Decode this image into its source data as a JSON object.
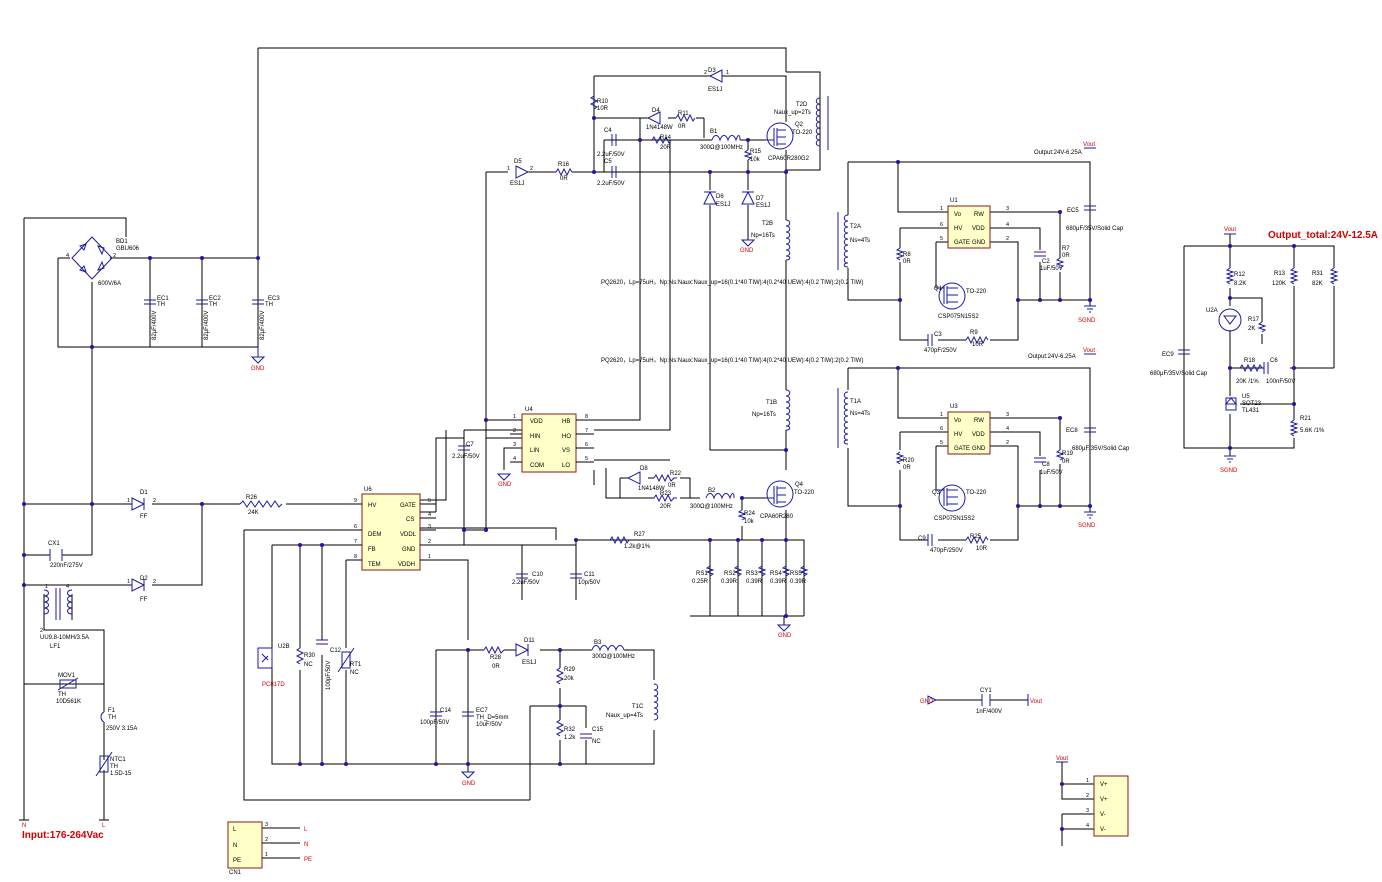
{
  "labels": {
    "input_title": "Input:176-264Vac",
    "output_total": "Output_total:24V-12.5A",
    "output_u1": "Output:24V-6.25A",
    "output_u3": "Output:24V-6.25A",
    "transformer_spec_1": "PQ2620，Lp=75uH，Np:Ns:Naux:Naux_up=16(0.1*40 TIW):4(0.2*40 UEW):4(0.2 TIW):2(0.2 TIW)",
    "transformer_spec_2": "PQ2620，Lp=75uH，Np:Ns:Naux:Naux_up=16(0.1*40 TIW):4(0.2*40 UEW):4(0.2 TIW):2(0.2 TIW)"
  },
  "nets": {
    "gnd": "GND",
    "sgnd": "SGND",
    "vout": "Vout",
    "L": "L",
    "N": "N",
    "PE": "PE"
  },
  "components": {
    "BD1": {
      "ref": "BD1",
      "part": "GBU606",
      "value": "600V/6A"
    },
    "EC1": {
      "ref": "EC1",
      "th": "TH",
      "value": "82μF/400V"
    },
    "EC2": {
      "ref": "EC2",
      "th": "TH",
      "value": "82μF/400V"
    },
    "EC3": {
      "ref": "EC3",
      "th": "TH",
      "value": "82μF/400V"
    },
    "CX1": {
      "ref": "CX1",
      "value": "220nF/275V"
    },
    "LF1": {
      "ref": "LF1",
      "value": "UU9.8-10MH/3.5A"
    },
    "MOV1": {
      "ref": "MOV1",
      "th": "TH",
      "value": "10D561K"
    },
    "F1": {
      "ref": "F1",
      "th": "TH",
      "value": "250V 3.15A"
    },
    "NTC1": {
      "ref": "NTC1",
      "th": "TH",
      "value": "1.5D-15"
    },
    "D1": {
      "ref": "D1",
      "value": "FF"
    },
    "D2": {
      "ref": "D2",
      "value": "FF"
    },
    "R26": {
      "ref": "R26",
      "value": "24K"
    },
    "D3": {
      "ref": "D3",
      "value": "ES1J"
    },
    "R10": {
      "ref": "R10",
      "value": "10R"
    },
    "D4": {
      "ref": "D4",
      "value": "1N4148W"
    },
    "R11": {
      "ref": "R11",
      "value": "0R"
    },
    "R14": {
      "ref": "R14",
      "value": "20R"
    },
    "B1": {
      "ref": "B1",
      "value": "300Ω@100MHz"
    },
    "R15": {
      "ref": "R15",
      "value": "10k"
    },
    "Q2": {
      "ref": "Q2",
      "pkg": "TO-220",
      "part": "CPA60R280G2"
    },
    "T2D": {
      "ref": "T2D",
      "value": "Naux_up=2Ts"
    },
    "C4": {
      "ref": "C4",
      "value": "2.2uF/50V"
    },
    "C5": {
      "ref": "C5",
      "value": "2.2uF/50V"
    },
    "D5": {
      "ref": "D5",
      "value": "ES1J"
    },
    "R16": {
      "ref": "R16",
      "value": "0R"
    },
    "D6": {
      "ref": "D6",
      "value": "ES1J"
    },
    "D7": {
      "ref": "D7",
      "value": "ES1J"
    },
    "T2B": {
      "ref": "T2B",
      "value": "Np=16Ts"
    },
    "T1B": {
      "ref": "T1B",
      "value": "Np=16Ts"
    },
    "U4": {
      "ref": "U4",
      "pins_left": [
        "VDD",
        "HIN",
        "LIN",
        "COM"
      ],
      "pins_right": [
        "HB",
        "HO",
        "VS",
        "LO"
      ]
    },
    "C7": {
      "ref": "C7",
      "value": "2.2uF/50V"
    },
    "D8": {
      "ref": "D8",
      "value": "1N4148W"
    },
    "R22": {
      "ref": "R22",
      "value": "0R"
    },
    "R23": {
      "ref": "R23",
      "value": "20R"
    },
    "B2": {
      "ref": "B2",
      "value": "300Ω@100MHz"
    },
    "R24": {
      "ref": "R24",
      "value": "10k"
    },
    "Q4": {
      "ref": "Q4",
      "pkg": "TO-220",
      "part": "CPA60R280"
    },
    "U6": {
      "ref": "U6",
      "pins_left": [
        "HV",
        "DEM",
        "FB",
        "TEM"
      ],
      "pins_right": [
        "GATE",
        "CS",
        "VDDL",
        "GND",
        "VDDH"
      ]
    },
    "R27": {
      "ref": "R27",
      "value": "1.2k@1%"
    },
    "C10": {
      "ref": "C10",
      "value": "2.2uF/50V"
    },
    "C11": {
      "ref": "C11",
      "value": "10p/50V"
    },
    "RS1": {
      "ref": "RS1",
      "value": "0.25R"
    },
    "RS2": {
      "ref": "RS2",
      "value": "0.39R"
    },
    "RS3": {
      "ref": "RS3",
      "value": "0.39R"
    },
    "RS4": {
      "ref": "RS4",
      "value": "0.39R"
    },
    "RS5": {
      "ref": "RS5",
      "value": "0.39R"
    },
    "U2B": {
      "ref": "U2B",
      "part": "PC817D"
    },
    "R30": {
      "ref": "R30",
      "value": "NC"
    },
    "C12": {
      "ref": "C12",
      "value": "100pF/50V"
    },
    "RT1": {
      "ref": "RT1",
      "value": "NC"
    },
    "C14": {
      "ref": "C14",
      "value": "100pF/50V"
    },
    "EC7": {
      "ref": "EC7",
      "th": "TH_D=5mm",
      "value": "10uF/50V"
    },
    "R28": {
      "ref": "R28",
      "value": "0R"
    },
    "D11": {
      "ref": "D11",
      "value": "ES1J"
    },
    "B3": {
      "ref": "B3",
      "value": "300Ω@100MHz"
    },
    "R29": {
      "ref": "R29",
      "value": "20k"
    },
    "R32": {
      "ref": "R32",
      "value": "1.2k"
    },
    "C15": {
      "ref": "C15",
      "value": "NC"
    },
    "T1C": {
      "ref": "T1C",
      "value": "Naux_up=4Ts"
    },
    "T2A": {
      "ref": "T2A",
      "value": "Ns=4Ts"
    },
    "T1A": {
      "ref": "T1A",
      "value": "Ns=4Ts"
    },
    "U1": {
      "ref": "U1",
      "pins_left": [
        "Vo",
        "HV",
        "GATE"
      ],
      "pins_right": [
        "RW",
        "VDD",
        "GND"
      ]
    },
    "U3": {
      "ref": "U3",
      "pins_left": [
        "Vo",
        "HV",
        "GATE"
      ],
      "pins_right": [
        "RW",
        "VDD",
        "GND"
      ]
    },
    "Q1": {
      "ref": "Q1",
      "pkg": "TO-220",
      "part": "CSP075N15S2"
    },
    "Q3": {
      "ref": "Q3",
      "pkg": "TO-220",
      "part": "CSP075N15S2"
    },
    "R8": {
      "ref": "R8",
      "value": "0R"
    },
    "R20": {
      "ref": "R20",
      "value": "0R"
    },
    "C2": {
      "ref": "C2",
      "value": "1uF/50V"
    },
    "C8": {
      "ref": "C8",
      "value": "1uF/50V"
    },
    "R7": {
      "ref": "R7",
      "value": "0R"
    },
    "R19": {
      "ref": "R19",
      "value": "0R"
    },
    "C3": {
      "ref": "C3",
      "value": "470pF/250V"
    },
    "C9": {
      "ref": "C9",
      "value": "470pF/250V"
    },
    "R9": {
      "ref": "R9",
      "value": "10R"
    },
    "R25": {
      "ref": "R25",
      "value": "10R"
    },
    "EC5": {
      "ref": "EC5",
      "value": "680μF/35V/Solid Cap"
    },
    "EC8": {
      "ref": "EC8",
      "value": "680μF/35V/Solid Cap"
    },
    "EC9": {
      "ref": "EC9",
      "value": "680μF/35V/Solid Cap"
    },
    "R12": {
      "ref": "R12",
      "value": "8.2K"
    },
    "R13": {
      "ref": "R13",
      "value": "120K"
    },
    "R31": {
      "ref": "R31",
      "value": "82K"
    },
    "U2A": {
      "ref": "U2A"
    },
    "R17": {
      "ref": "R17",
      "value": "2K"
    },
    "R18": {
      "ref": "R18",
      "value": "20K /1%"
    },
    "C6": {
      "ref": "C6",
      "value": "100nF/50V"
    },
    "U5": {
      "ref": "U5",
      "pkg": "SOT23",
      "part": "TL431"
    },
    "R21": {
      "ref": "R21",
      "value": "5.6K /1%"
    },
    "CY1": {
      "ref": "CY1",
      "value": "1nF/400V"
    },
    "CN1": {
      "ref": "CN1",
      "pins": [
        "L",
        "N",
        "PE"
      ],
      "nums": [
        "3",
        "2",
        "1"
      ]
    },
    "CONN_OUT": {
      "pins": [
        "V+",
        "V+",
        "V-",
        "V-"
      ],
      "nums": [
        "1",
        "2",
        "3",
        "4"
      ]
    }
  }
}
